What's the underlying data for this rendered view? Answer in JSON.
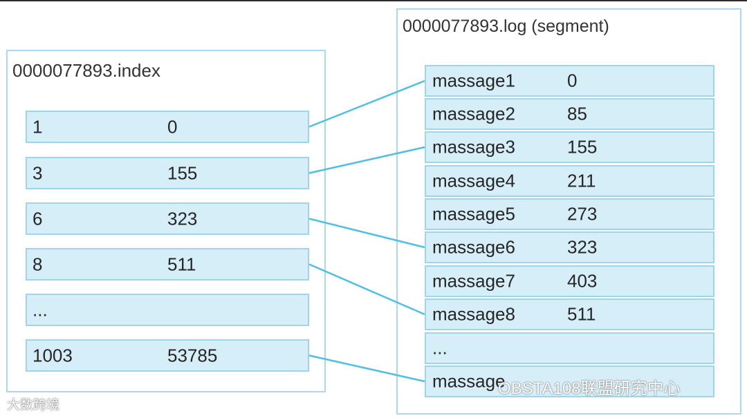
{
  "index_file": {
    "title": "0000077893.index",
    "rows": [
      {
        "key": "1",
        "value": "0"
      },
      {
        "key": "3",
        "value": "155"
      },
      {
        "key": "6",
        "value": "323"
      },
      {
        "key": "8",
        "value": "511"
      },
      {
        "key": "...",
        "value": ""
      },
      {
        "key": "1003",
        "value": "53785"
      }
    ]
  },
  "log_file": {
    "title": "0000077893.log (segment)",
    "rows": [
      {
        "key": "massage1",
        "value": "0"
      },
      {
        "key": "massage2",
        "value": "85"
      },
      {
        "key": "massage3",
        "value": "155"
      },
      {
        "key": "massage4",
        "value": "211"
      },
      {
        "key": "massage5",
        "value": "273"
      },
      {
        "key": "massage6",
        "value": "323"
      },
      {
        "key": "massage7",
        "value": "403"
      },
      {
        "key": "massage8",
        "value": "511"
      },
      {
        "key": "...",
        "value": ""
      },
      {
        "key": "massage",
        "value": ""
      }
    ]
  },
  "links": [
    {
      "from_index_row": 0,
      "to_log_row": 0
    },
    {
      "from_index_row": 1,
      "to_log_row": 2
    },
    {
      "from_index_row": 2,
      "to_log_row": 5
    },
    {
      "from_index_row": 3,
      "to_log_row": 7
    },
    {
      "from_index_row": 5,
      "to_log_row": 9
    }
  ],
  "colors": {
    "row_fill": "#d6eef8",
    "row_border": "#9fd5ea",
    "link_line": "#4ec0e4"
  },
  "watermarks": {
    "right": "OBSTA108联盟研究中心",
    "left": "大数跨境"
  }
}
